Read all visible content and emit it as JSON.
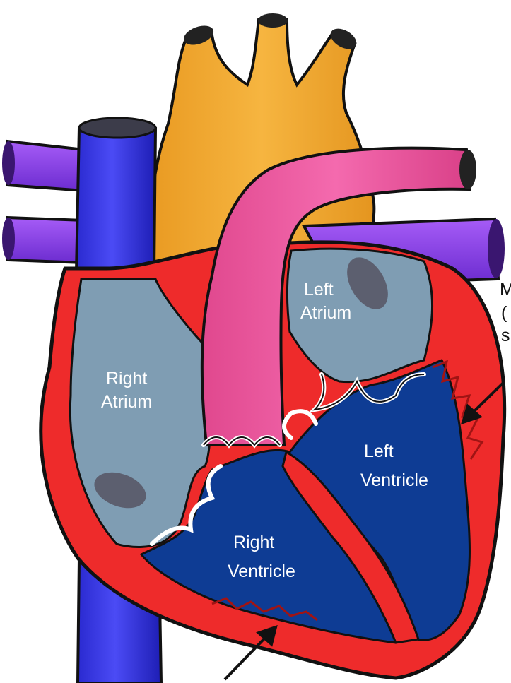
{
  "labels": {
    "left_atrium": [
      "Left",
      "Atrium"
    ],
    "right_atrium": [
      "Right",
      "Atrium"
    ],
    "left_ventricle": [
      "Left",
      "Ventricle"
    ],
    "right_ventricle": [
      "Right",
      "Ventricle"
    ],
    "cropped_right_letters": [
      "M",
      "(",
      "s"
    ]
  },
  "colors": {
    "aorta": "#f0a832",
    "pulmonary_artery": "#ec5aa2",
    "vena_cava": "#3a3ae6",
    "pulmonary_veins": "#8a3cf0",
    "atrium": "#7f9db3",
    "ventricle": "#0e3c94",
    "myocardium": "#ee2b2b",
    "outline": "#111111",
    "valve": "#ffffff"
  }
}
